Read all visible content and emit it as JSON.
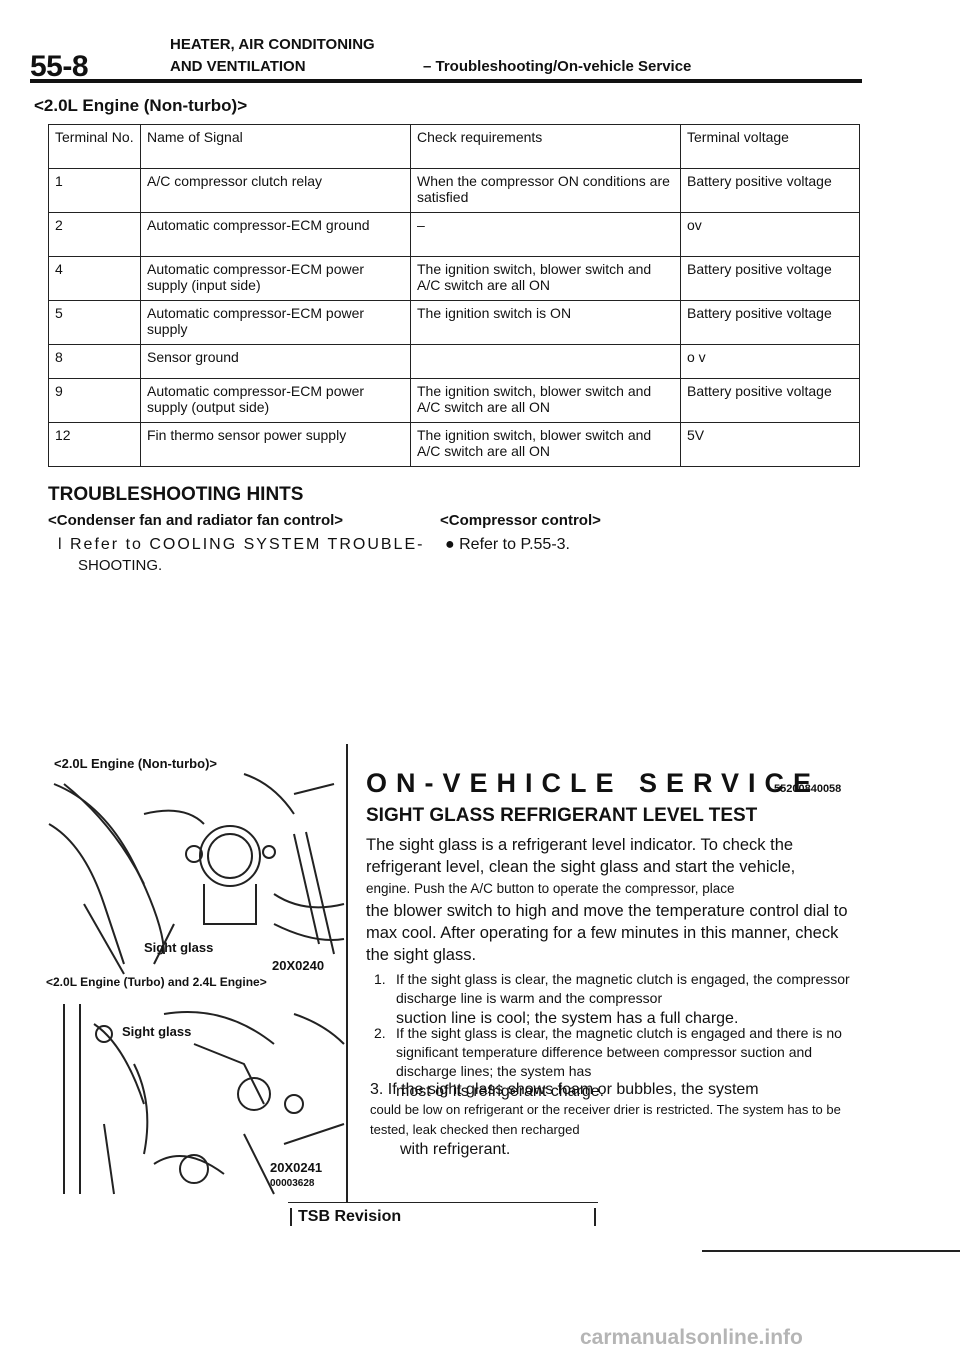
{
  "header": {
    "page_number": "55-8",
    "line1": "HEATER, AIR CONDITONING",
    "line2": "AND VENTILATION",
    "right": "– Troubleshooting/On-vehicle Service"
  },
  "table_section": {
    "title": "<2.0L Engine (Non-turbo)>",
    "headers": [
      "Terminal No.",
      "Name of Signal",
      "Check requirements",
      "Terminal voltage"
    ],
    "rows": [
      {
        "terminal": "1",
        "signal": "A/C compressor clutch relay",
        "check": "When the compressor ON conditions are satisfied",
        "voltage": "Battery positive voltage"
      },
      {
        "terminal": "2",
        "signal": "Automatic compressor-ECM ground",
        "check": "–",
        "voltage": "ov"
      },
      {
        "terminal": "4",
        "signal": "Automatic compressor-ECM power supply (input side)",
        "check": "The ignition switch, blower switch and A/C switch are all ON",
        "voltage": "Battery positive voltage"
      },
      {
        "terminal": "5",
        "signal": "Automatic compressor-ECM power supply",
        "check": "The ignition switch is ON",
        "voltage": "Battery positive voltage"
      },
      {
        "terminal": "8",
        "signal": "Sensor ground",
        "check": "",
        "voltage": "o v"
      },
      {
        "terminal": "9",
        "signal": "Automatic compressor-ECM power supply (output side)",
        "check": "The ignition switch, blower switch and A/C switch are all ON",
        "voltage": "Battery positive voltage"
      },
      {
        "terminal": "12",
        "signal": "Fin thermo sensor power supply",
        "check": "The ignition switch, blower switch and A/C switch are all ON",
        "voltage": "5V"
      }
    ]
  },
  "troubleshooting": {
    "title": "TROUBLESHOOTING HINTS",
    "left_sub": "<Condenser fan and radiator fan control>",
    "left_bullet_1": "Refer to COOLING SYSTEM TROUBLE-",
    "left_bullet_2": "SHOOTING.",
    "right_sub": "<Compressor control>",
    "right_bullet": "Refer to P.55-3."
  },
  "figure": {
    "label_top": "<2.0L Engine (Non-turbo)>",
    "callout_top": "Sight glass",
    "code_top": "20X0240",
    "label_bottom": "<2.0L Engine (Turbo) and 2.4L Engine>",
    "callout_bottom": "Sight glass",
    "code_bottom": "20X0241",
    "code_ref": "00003628"
  },
  "service": {
    "title": "ON-VEHICLE SERVICE",
    "code": "55200840058",
    "sub_title": "SIGHT GLASS REFRIGERANT LEVEL TEST",
    "intro_a": "The sight glass is a refrigerant level indicator. To check the refrigerant level, clean the sight glass and start the vehicle,",
    "intro_b": "engine. Push the A/C button to operate the compressor, place",
    "intro_c": "the blower switch to high and move the temperature control dial to max cool. After operating for a few minutes in this manner, check the sight glass.",
    "step1_a": "If the sight glass is clear, the magnetic clutch is engaged, the compressor discharge line is warm and the compressor",
    "step1_b": "suction line is cool; the system has a full charge.",
    "step2_a": "If the sight glass is clear, the magnetic clutch is engaged and there is no significant temperature difference between compressor suction and discharge lines; the system has",
    "step2_b": "most of its refrigerant charge.",
    "step3_a": "3. If the sight glass shows foam or bubbles, the system",
    "step3_b": "could be low on refrigerant or the receiver drier is restricted. The system has to be tested, leak checked then recharged",
    "step3_c": "with refrigerant."
  },
  "footer": {
    "tsb": "TSB Revision",
    "watermark": "carmanualsonline.info"
  }
}
